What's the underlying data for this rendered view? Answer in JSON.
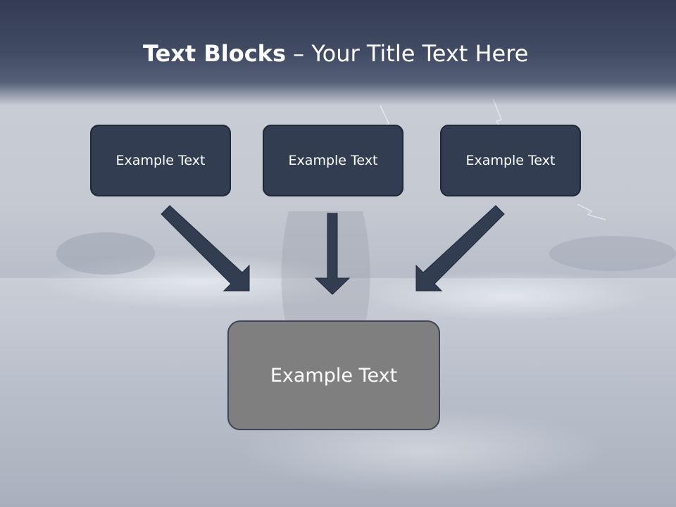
{
  "header": {
    "title_bold": "Text Blocks",
    "title_rest": " – Your Title Text Here"
  },
  "blocks": {
    "top_left": "Example Text",
    "top_center": "Example Text",
    "top_right": "Example Text",
    "bottom": "Example Text"
  },
  "colors": {
    "header": "#333c52",
    "block_dark": "#333d52",
    "block_gray": "#7f7f7f",
    "arrow": "#333d52"
  }
}
